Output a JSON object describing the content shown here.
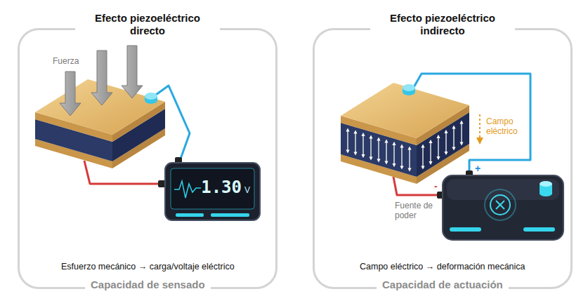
{
  "diagram": {
    "nodes": [
      {
        "text": [
          "Efecto piezoeléctrico directo",
          "Esfuerzo mecánico → carga/voltaje eléctrico",
          "Capacidad de sensado"
        ]
      },
      {
        "text": [
          "1.30",
          "V"
        ],
        "in": 0
      },
      {
        "text": [
          "Efecto piezoeléctrico indirecto",
          "Campo eléctrico → deformación mecánica",
          "Capacidad de actuación"
        ]
      }
    ],
    "labels": [
      "Fuerza",
      "Campo eléctrico",
      "Fuente de poder",
      "+",
      "-"
    ]
  }
}
